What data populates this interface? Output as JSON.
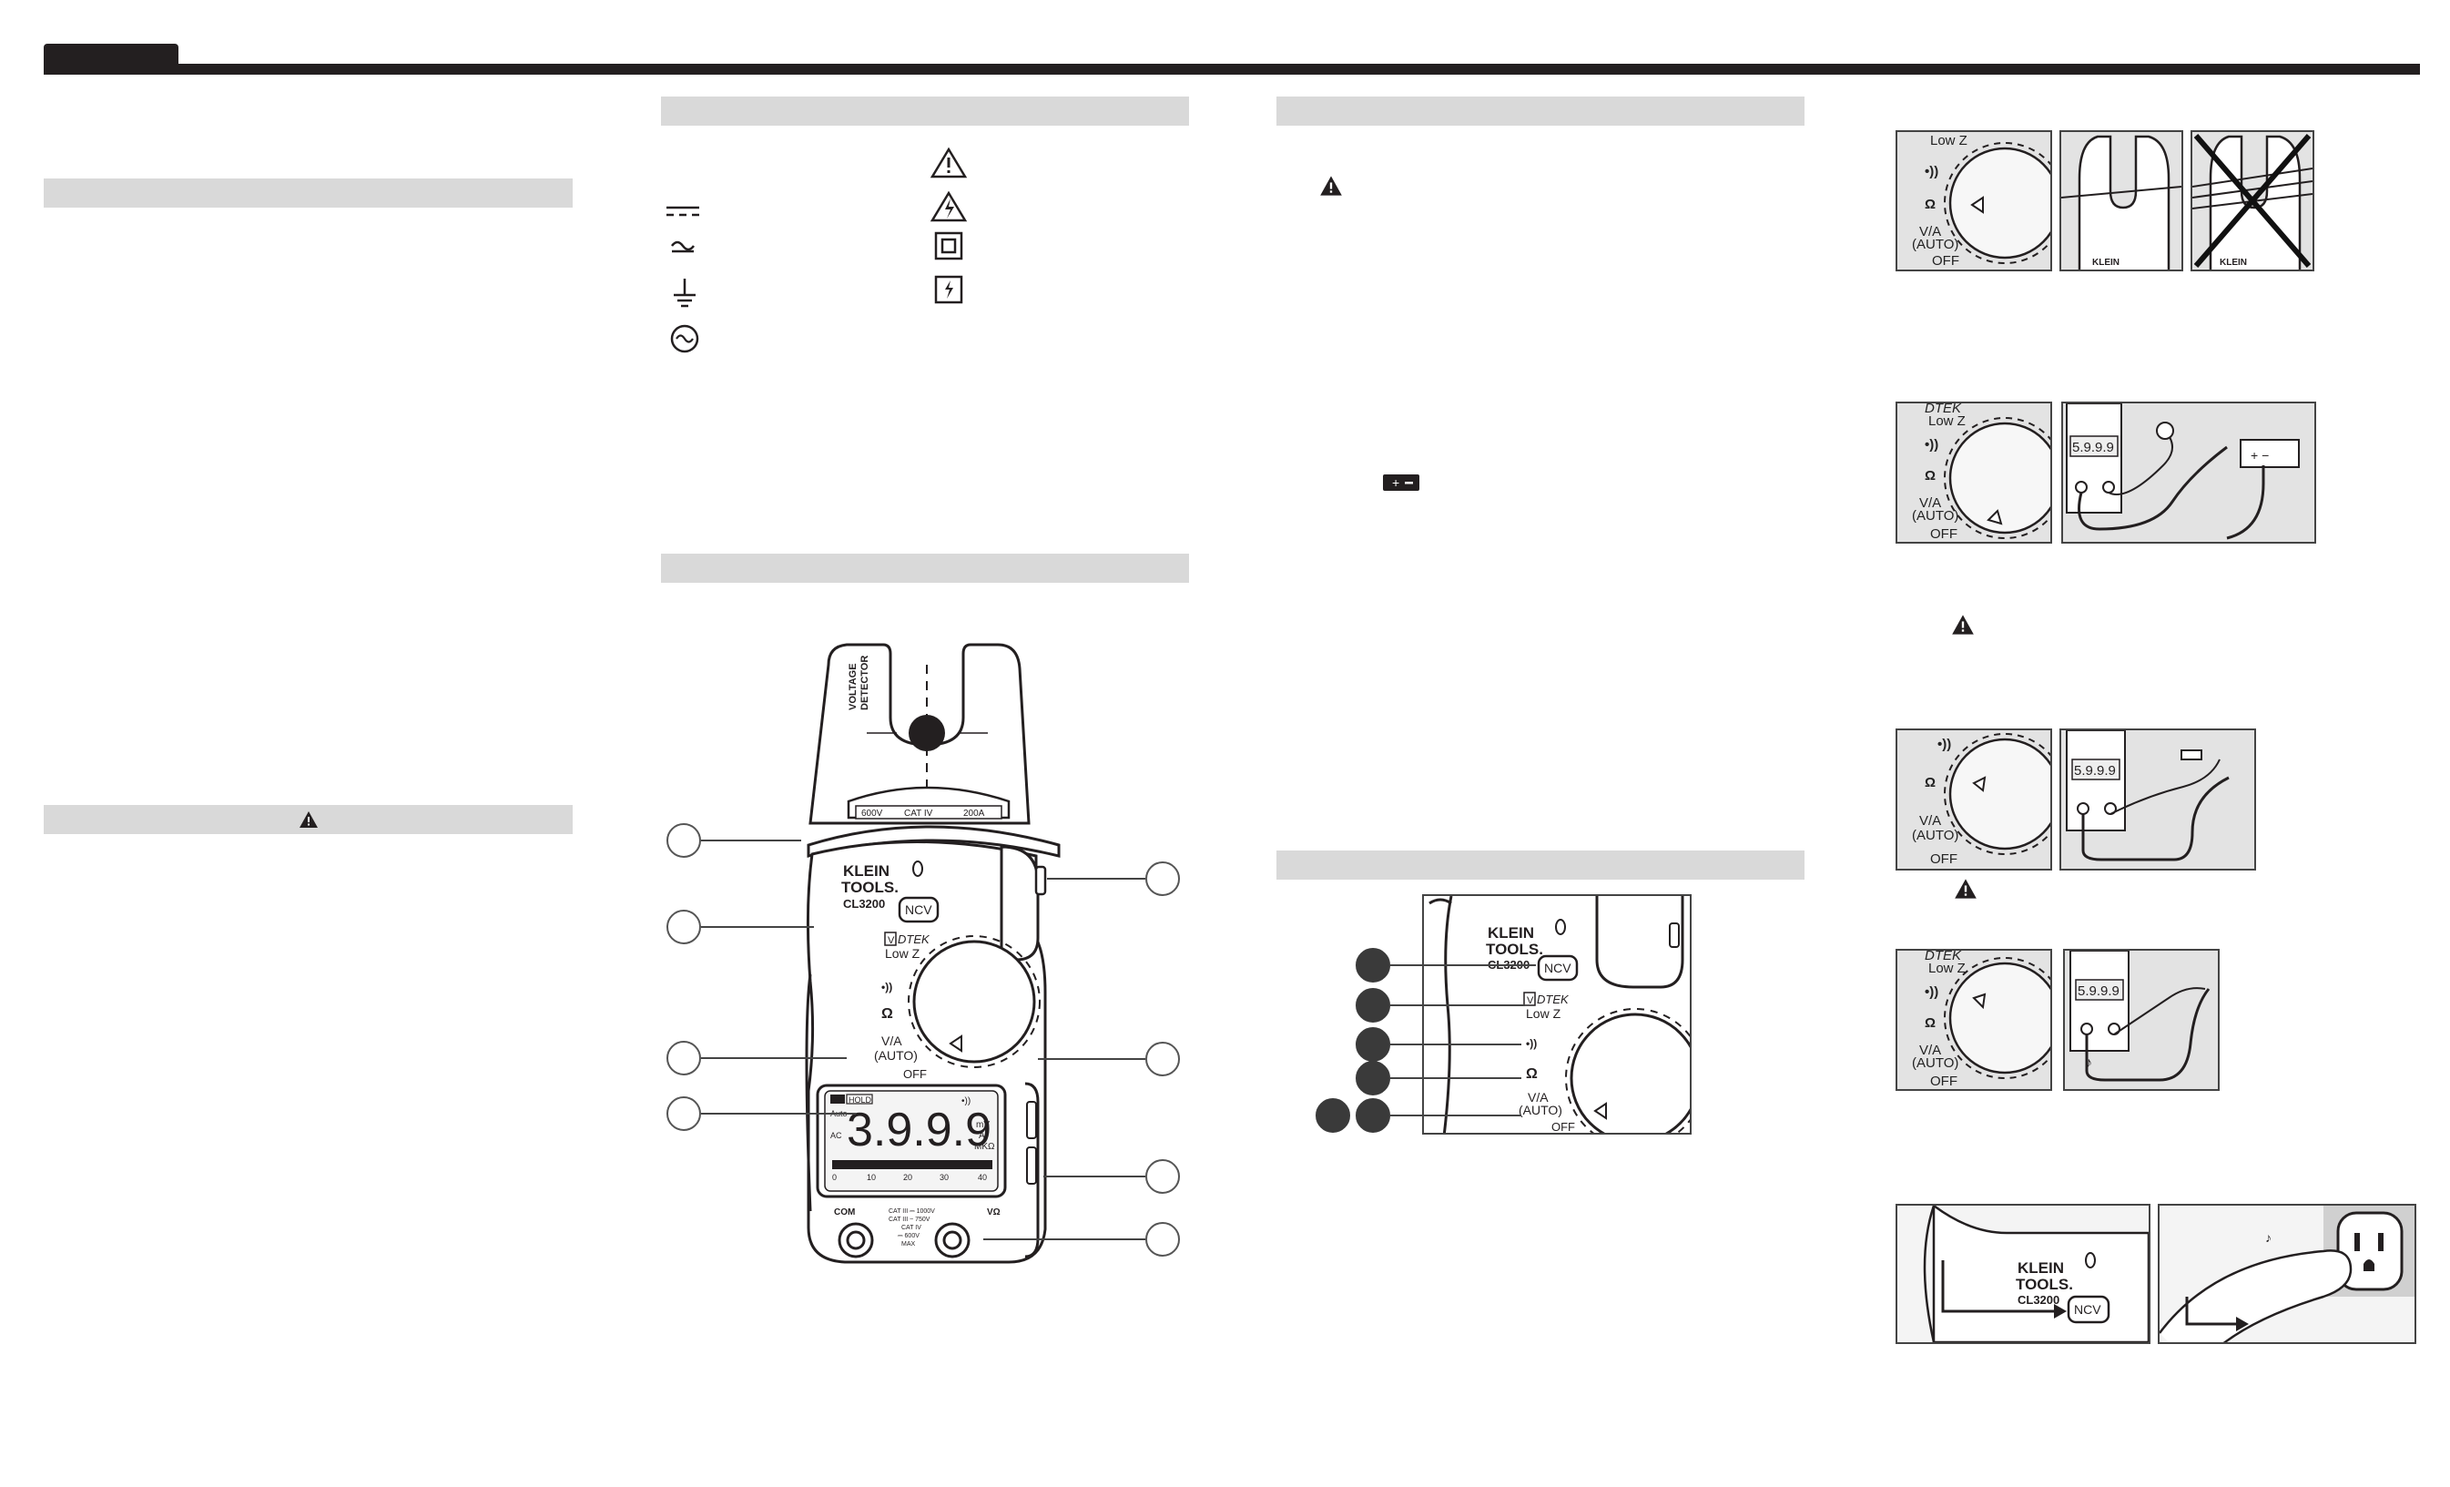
{
  "meter": {
    "brand_line1": "KLEIN",
    "brand_line2": "TOOLS.",
    "model": "CL3200",
    "ncv_label": "NCV",
    "vdtek_label": "DTEK",
    "lowz_label": "Low Z",
    "ohm_label": "Ω",
    "va_label": "V/A",
    "auto_label": "(AUTO)",
    "off_label": "OFF",
    "voltage_detector_l1": "VOLTAGE",
    "voltage_detector_l2": "DETECTOR",
    "cat_rating_left": "600V",
    "cat_rating_mid": "CAT IV",
    "cat_rating_right": "200A",
    "display_digits": "3.9.9.9",
    "display_hold": "HOLD",
    "display_auto": "Auto",
    "display_units_mv": "mV",
    "display_units_a": "A",
    "display_units_mkohm": "MKΩ",
    "display_ac": "AC",
    "bargraph_scale": [
      "0",
      "10",
      "20",
      "30",
      "40"
    ],
    "com_label": "COM",
    "vohm_label": "VΩ",
    "jack_rating_1": "CAT III ⎓ 1000V",
    "jack_rating_2": "CAT III ~ 750V",
    "jack_rating_3": "CAT IV",
    "jack_rating_4": "⎓ 600V",
    "jack_rating_5": "MAX"
  },
  "small_meter": {
    "brand_line1": "KLEIN",
    "brand_line2": "TOOLS.",
    "model": "CL3200",
    "ncv_label": "NCV",
    "vdtek_label": "DTEK",
    "lowz_label": "Low Z",
    "ohm_label": "Ω",
    "va_label": "V/A",
    "auto_label": "(AUTO)",
    "off_label": "OFF"
  },
  "figures": {
    "fig1_lowz": "Low Z",
    "fig1_ohm": "Ω",
    "fig1_va": "V/A",
    "fig1_auto": "(AUTO)",
    "fig1_off": "OFF",
    "fig2_dtek": "DTEK",
    "fig2_lowz": "Low Z",
    "fig2_ohm": "Ω",
    "fig2_va": "V/A",
    "fig2_auto": "(AUTO)",
    "fig2_off": "OFF",
    "fig2_display": "5.9.9.9",
    "fig3_ohm": "Ω",
    "fig3_va": "V/A",
    "fig3_auto": "(AUTO)",
    "fig3_off": "OFF",
    "fig3_display": "5.9.9.9",
    "fig4_dtek": "DTEK",
    "fig4_lowz": "Low Z",
    "fig4_ohm": "Ω",
    "fig4_va": "V/A",
    "fig4_auto": "(AUTO)",
    "fig4_off": "OFF",
    "fig4_display": "5.9.9.9",
    "fig5_brand1": "KLEIN",
    "fig5_brand2": "TOOLS.",
    "fig5_model": "CL3200",
    "fig5_ncv": "NCV"
  },
  "icons": {
    "symbols": [
      "warning-triangle",
      "dc-symbol",
      "ac-symbol",
      "ground-symbol",
      "ac-circle-symbol",
      "shock-warning",
      "double-insulation",
      "hazardous-live-symbol",
      "battery-icon"
    ]
  }
}
